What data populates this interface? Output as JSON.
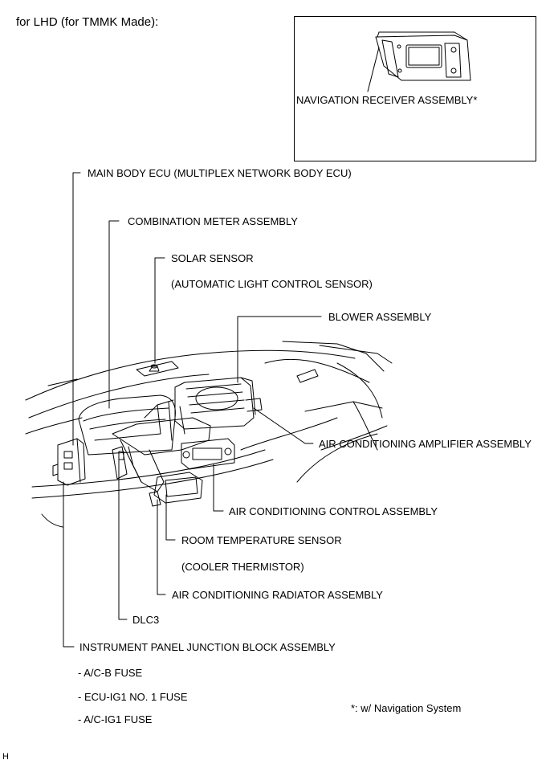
{
  "heading": "for LHD (for TMMK Made):",
  "inset": {
    "label": "NAVIGATION RECEIVER ASSEMBLY*"
  },
  "labels": {
    "main_body_ecu": "MAIN BODY ECU (MULTIPLEX NETWORK BODY ECU)",
    "combination_meter": "COMBINATION METER ASSEMBLY",
    "solar_sensor": "SOLAR SENSOR",
    "solar_sensor_sub": "(AUTOMATIC LIGHT CONTROL SENSOR)",
    "blower": "BLOWER ASSEMBLY",
    "ac_amplifier": "AIR CONDITIONING AMPLIFIER ASSEMBLY",
    "ac_control": "AIR CONDITIONING CONTROL ASSEMBLY",
    "room_temp_sensor": "ROOM TEMPERATURE SENSOR",
    "room_temp_sensor_sub": "(COOLER THERMISTOR)",
    "ac_radiator": "AIR CONDITIONING RADIATOR ASSEMBLY",
    "dlc3": "DLC3",
    "junction_block": "INSTRUMENT PANEL JUNCTION BLOCK ASSEMBLY"
  },
  "fuses": [
    "- A/C-B FUSE",
    "- ECU-IG1 NO. 1 FUSE",
    "- A/C-IG1 FUSE"
  ],
  "footnote": "*: w/ Navigation System",
  "corner_mark": "H"
}
